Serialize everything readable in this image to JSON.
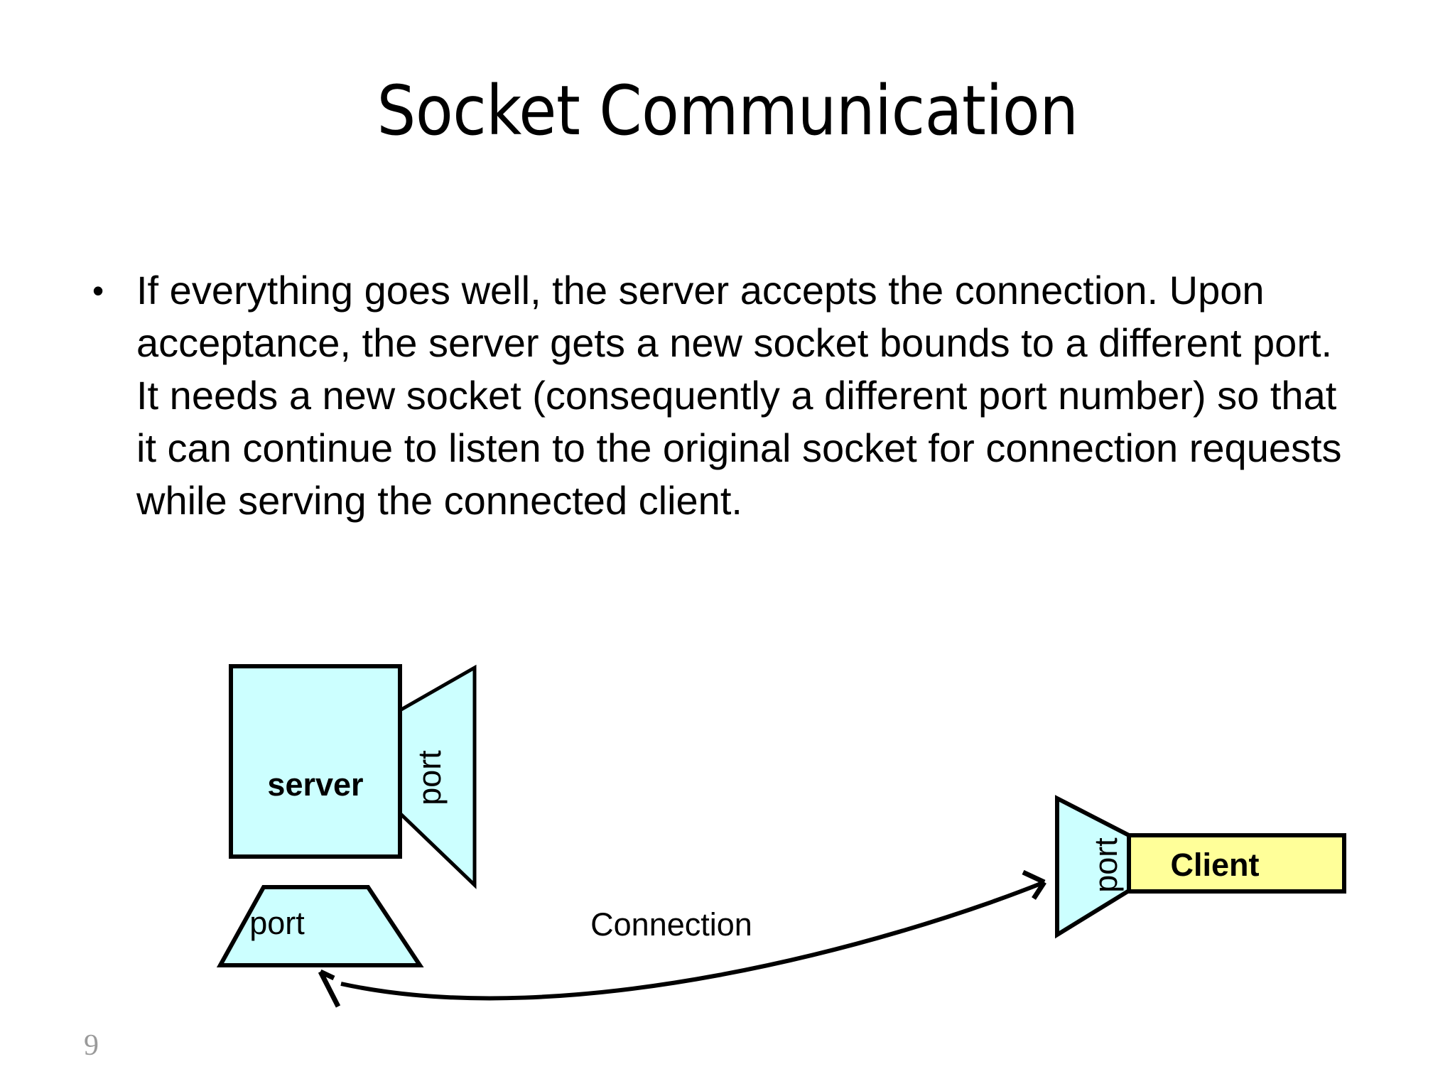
{
  "slide": {
    "title": "Socket Communication",
    "page_number": "9",
    "background_color": "#ffffff"
  },
  "body": {
    "bullet_glyph": "•",
    "bullets": [
      "If everything goes well, the server accepts the connection. Upon acceptance, the server gets a new socket bounds to a different port. It needs a new socket (consequently a different port number) so that it can continue to listen to the original socket for connection requests while serving the connected client."
    ]
  },
  "diagram": {
    "colors": {
      "socket_fill": "#ccffff",
      "client_fill": "#ffff99",
      "stroke": "#000000"
    },
    "server_box_label": "server",
    "server_right_port_label": "port",
    "server_bottom_port_label": "port",
    "connection_label": "Connection",
    "client_port_label": "port",
    "client_box_label": "Client"
  }
}
